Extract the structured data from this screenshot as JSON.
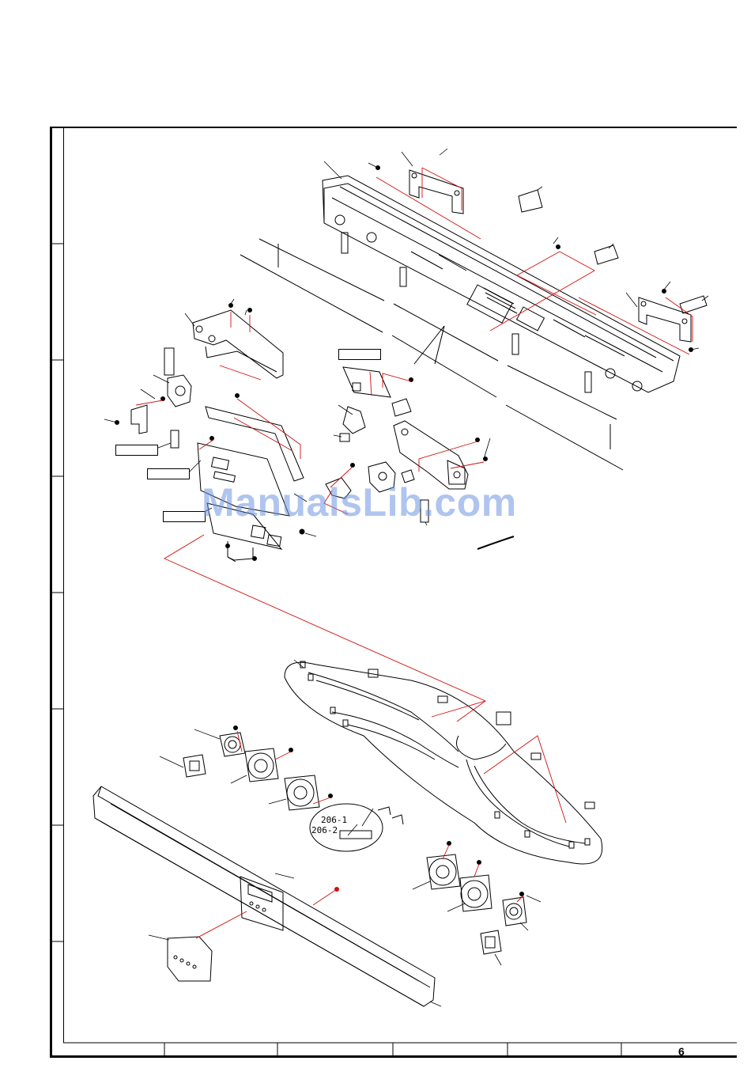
{
  "page": {
    "number": "6",
    "watermark": "ManualsLib.com"
  },
  "callouts": {
    "part_206_1": "206-1",
    "part_206_2": "206-2"
  },
  "colors": {
    "line": "#000000",
    "leader_red": "#d01010",
    "watermark": "#7aa0e0"
  }
}
